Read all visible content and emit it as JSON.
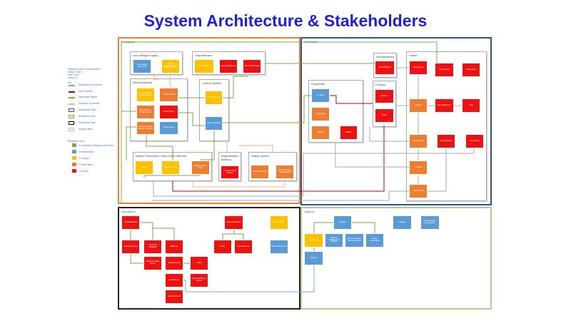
{
  "title": "System Architecture & Stakeholders",
  "legend": {
    "header": [
      "Research Solar Car Architecture",
      "Author: Team",
      "Date: 2023",
      "Version 1"
    ],
    "key_title": "Key",
    "connections": [
      "Mechanical Connection",
      "Heat Transfer",
      "Information Signal",
      "Electrical Connection"
    ],
    "teams": [
      "Mechanical Team",
      "Energetics Team",
      "Operations Team",
      "Support Team"
    ],
    "readiness_title": "Readiness Level",
    "readiness": [
      "5 Completely Designed and Tested",
      "4 Implemented",
      "3 Concept",
      "2 Some Ideas",
      "1 No Idea"
    ],
    "colors": {
      "green": "#70ad47",
      "blue": "#5b9bd5",
      "yellow": "#ffc000",
      "orange": "#ed7d31",
      "red": "#ee1111"
    }
  },
  "energetics": {
    "label": "Energetics",
    "lv": {
      "label": "Low Voltage Supply",
      "boxes": [
        "Low Voltage Supply 12V",
        "Remote Independent Low Voltage System"
      ]
    },
    "out": {
      "label": "Outputs/Data",
      "boxes": [
        "Window Status",
        "Energy Efficiency",
        "Driver Dashboard"
      ]
    },
    "sensors": {
      "label": "Sensors/Inputs",
      "boxes": [
        "Accelerometer Angle Sensor",
        "Current Sensor",
        "Hazard/Temp Brake Sensor",
        "Brake Signal",
        "Thermal / Voltage Isolation Detection",
        "Motor Speed"
      ]
    },
    "control": {
      "label": "Control System",
      "boxes": [
        "Microcontroller",
        "Motor Controller"
      ]
    },
    "battery": {
      "label": "Battery Pack (800 Cells) (100s 2080 Ah)",
      "boxes": [
        "BMS",
        "Battery Current",
        "Battery/Voltage Fault"
      ]
    },
    "regen": {
      "label": "Regenerative Braking",
      "boxes": [
        "Inverter Control System"
      ]
    },
    "safety": {
      "label": "Safety System",
      "boxes": [
        "Safety Shutdown",
        "Mechanical High Voltage Switch"
      ]
    }
  },
  "mechanics": {
    "label": "Mechanics",
    "aero": {
      "label": "Aerodynamics",
      "boxes": [
        "Shroud/Wheel"
      ]
    },
    "frame": {
      "label": "Frame",
      "boxes": [
        "Body Panels",
        "Steering Arm",
        "Suspension",
        "Chassis",
        "Roll Cage/Struts",
        "Seat",
        "Motor Mounts",
        "Waterproofing",
        "Control Box",
        "Firewall",
        "Battery Box"
      ]
    },
    "cooling": {
      "label": "Cooling",
      "boxes": [
        "Radiator",
        "Pump"
      ]
    },
    "power": {
      "label": "Powertrain",
      "boxes": [
        "AC Motor",
        "Transmission",
        "Wheels",
        "Brakes"
      ]
    }
  },
  "operations": {
    "label": "Operations",
    "boxes": [
      "UX Deliverables",
      "Safety Protocols",
      "Technical Drawings",
      "Materials",
      "Electrical Safety Forms",
      "Design Report",
      "FMEA",
      "Structural Survey Report",
      "Cost Report",
      "Incident Report",
      "Team Procedures",
      "Driver",
      "Key Outcomes",
      "Social Sites",
      "Web Development"
    ]
  },
  "support": {
    "label": "Support",
    "boxes": [
      "Mentors",
      "Sponsors",
      "Sponsor Relationship Update",
      "Sponsor Visibility Cost Reduction",
      "Event Coordination",
      "Budget",
      "Facilities",
      "Communication Organization"
    ]
  }
}
